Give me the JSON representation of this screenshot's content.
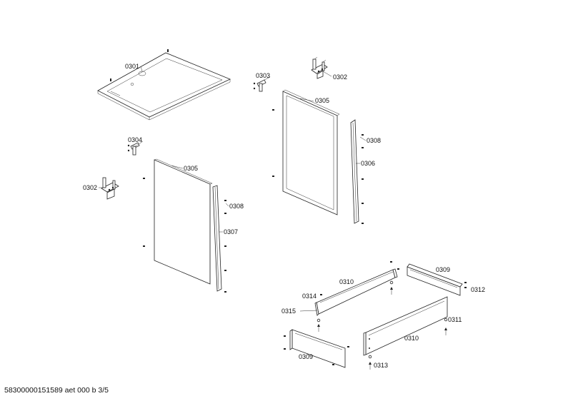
{
  "labels": {
    "l0301": "0301",
    "l0302a": "0302",
    "l0302b": "0302",
    "l0303": "0303",
    "l0304": "0304",
    "l0305a": "0305",
    "l0305b": "0305",
    "l0306": "0306",
    "l0307": "0307",
    "l0308a": "0308",
    "l0308b": "0308",
    "l0309a": "0309",
    "l0309b": "0309",
    "l0310a": "0310",
    "l0310b": "0310",
    "l0311": "0311",
    "l0312": "0312",
    "l0313": "0313",
    "l0314": "0314",
    "l0315": "0315"
  },
  "footer": {
    "doc_id": "58300000151589 aet 000 b 3/5"
  }
}
